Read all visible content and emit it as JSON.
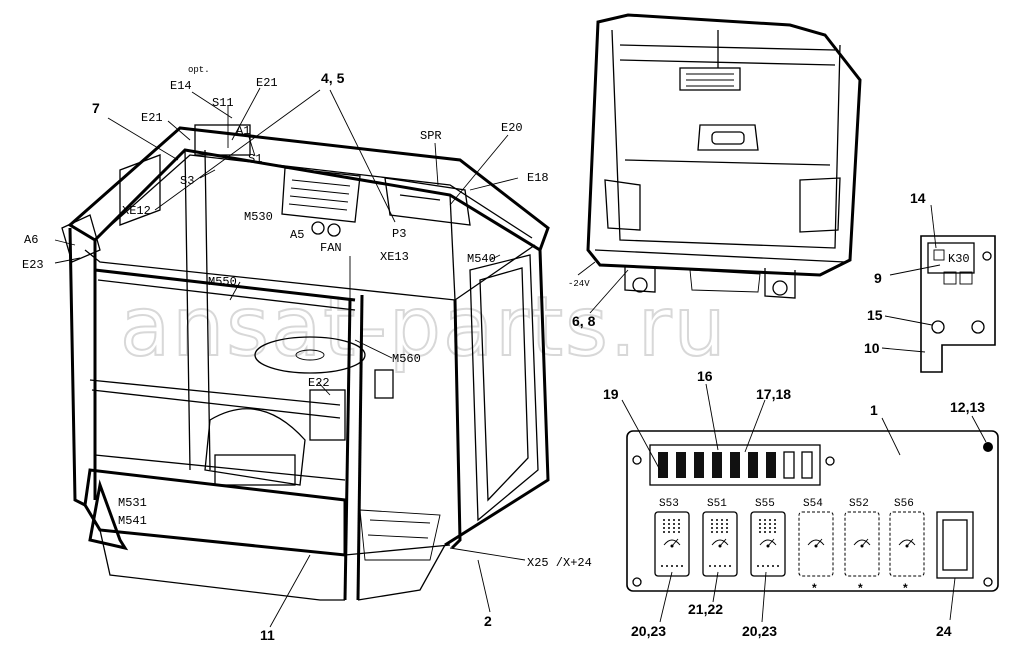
{
  "watermark": "ansat-parts.ru",
  "left_view": {
    "callouts": {
      "opt": "opt.",
      "e14": "E14",
      "e21_top": "E21",
      "s11": "S11",
      "a1": "A1",
      "s1": "S1",
      "e21_left": "E21",
      "s3": "S3",
      "item_7": "7",
      "items_4_5": "4, 5",
      "xe12": "XE12",
      "m530": "M530",
      "a5": "A5",
      "fan": "FAN",
      "p3": "P3",
      "xe13": "XE13",
      "spr": "SPR",
      "e20": "E20",
      "e18": "E18",
      "m540": "M540",
      "a6": "A6",
      "e23": "E23",
      "m550": "M550",
      "m560": "M560",
      "e22": "E22",
      "m531": "M531",
      "m541": "M541",
      "x25": "X25 /X+24",
      "item_2": "2",
      "item_11": "11"
    }
  },
  "rear_view": {
    "voltage": "-24V",
    "items_6_8": "6, 8"
  },
  "relay_bracket": {
    "item_14": "14",
    "item_9": "9",
    "relay_label": "K30",
    "item_15": "15",
    "item_10": "10"
  },
  "switch_panel": {
    "item_1": "1",
    "items_12_13": "12,13",
    "item_19": "19",
    "item_16": "16",
    "items_17_18": "17,18",
    "switches": [
      {
        "label": "S53",
        "fitted": true,
        "symbol": "wiper-icon"
      },
      {
        "label": "S51",
        "fitted": true,
        "symbol": "wiper-icon"
      },
      {
        "label": "S55",
        "fitted": true,
        "symbol": "wiper-icon"
      },
      {
        "label": "S54",
        "fitted": false,
        "symbol": "wiper-icon",
        "note": "*"
      },
      {
        "label": "S52",
        "fitted": false,
        "symbol": "wiper-icon",
        "note": "*"
      },
      {
        "label": "S56",
        "fitted": false,
        "symbol": "wiper-icon",
        "note": "*"
      }
    ],
    "items_bottom": [
      "20,23",
      "21,22",
      "20,23"
    ],
    "item_24": "24"
  }
}
